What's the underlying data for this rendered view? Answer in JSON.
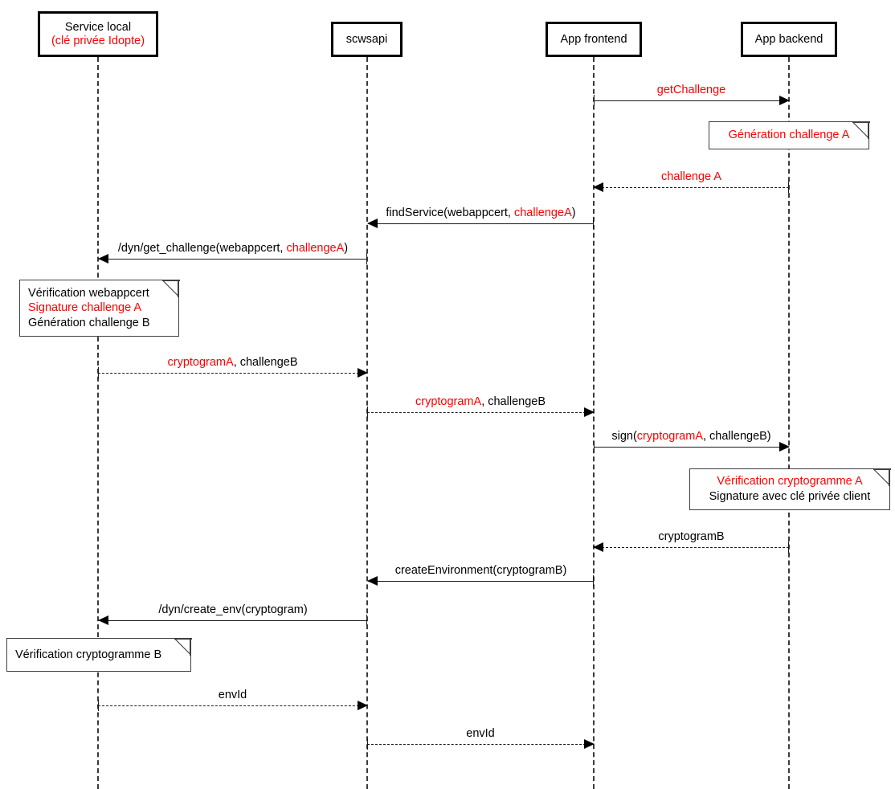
{
  "diagram": {
    "type": "uml-sequence-diagram",
    "title": "",
    "colors": {
      "accent_red": "#ff0000",
      "line": "#1a1a1a",
      "lifeline": "#3a3a3a",
      "note_border": "#3f3f3f"
    },
    "participants": [
      {
        "id": "service-local",
        "label": "Service local",
        "sublabel": "(clé privée Idopte)",
        "sublabel_color": "#ff0000"
      },
      {
        "id": "scwsapi",
        "label": "scwsapi",
        "sublabel": "",
        "sublabel_color": ""
      },
      {
        "id": "app-frontend",
        "label": "App frontend",
        "sublabel": "",
        "sublabel_color": ""
      },
      {
        "id": "app-backend",
        "label": "App backend",
        "sublabel": "",
        "sublabel_color": ""
      }
    ],
    "messages": [
      {
        "id": "get-challenge",
        "text": "getChallenge",
        "from": "app-frontend",
        "to": "app-backend",
        "style": "solid",
        "direction": "right",
        "color": "#ff0000"
      },
      {
        "id": "challenge-a",
        "text": "challenge A",
        "from": "app-backend",
        "to": "app-frontend",
        "style": "dashed",
        "direction": "left",
        "color": "#ff0000"
      },
      {
        "id": "find-service",
        "text": "findService(webappcert, challengeA)",
        "from": "app-frontend",
        "to": "scwsapi",
        "style": "solid",
        "direction": "left",
        "color": "mixed"
      },
      {
        "id": "dyn-get-challenge",
        "text": "/dyn/get_challenge(webappcert, challengeA)",
        "from": "scwsapi",
        "to": "service-local",
        "style": "solid",
        "direction": "left",
        "color": "mixed"
      },
      {
        "id": "cryptograma-challengeb-1",
        "text": "cryptogramA, challengeB",
        "from": "service-local",
        "to": "scwsapi",
        "style": "dashed",
        "direction": "right",
        "color": "mixed"
      },
      {
        "id": "cryptograma-challengeb-2",
        "text": "cryptogramA, challengeB",
        "from": "scwsapi",
        "to": "app-frontend",
        "style": "dashed",
        "direction": "right",
        "color": "mixed"
      },
      {
        "id": "sign",
        "text": "sign(cryptogramA, challengeB)",
        "from": "app-frontend",
        "to": "app-backend",
        "style": "solid",
        "direction": "right",
        "color": "mixed"
      },
      {
        "id": "cryptogramb",
        "text": "cryptogramB",
        "from": "app-backend",
        "to": "app-frontend",
        "style": "dashed",
        "direction": "left",
        "color": "#000000"
      },
      {
        "id": "create-environment",
        "text": "createEnvironment(cryptogramB)",
        "from": "app-frontend",
        "to": "scwsapi",
        "style": "solid",
        "direction": "left",
        "color": "#000000"
      },
      {
        "id": "dyn-create-env",
        "text": "/dyn/create_env(cryptogram)",
        "from": "scwsapi",
        "to": "service-local",
        "style": "solid",
        "direction": "left",
        "color": "#000000"
      },
      {
        "id": "envid-1",
        "text": "envId",
        "from": "service-local",
        "to": "scwsapi",
        "style": "dashed",
        "direction": "right",
        "color": "#000000"
      },
      {
        "id": "envid-2",
        "text": "envId",
        "from": "scwsapi",
        "to": "app-frontend",
        "style": "dashed",
        "direction": "right",
        "color": "#000000"
      }
    ],
    "message_labels": {
      "get_challenge": "getChallenge",
      "challenge_a": "challenge A",
      "find_service_pre": "findService(webappcert, ",
      "find_service_arg": "challengeA",
      "find_service_post": ")",
      "dyn_get_challenge_pre": "/dyn/get_challenge(webappcert, ",
      "dyn_get_challenge_arg": "challengeA",
      "dyn_get_challenge_post": ")",
      "cryptograma_arg": "cryptogramA",
      "cryptograma_rest": ", challengeB",
      "sign_pre": "sign(",
      "sign_arg": "cryptogramA",
      "sign_post": ", challengeB)",
      "cryptogramb": "cryptogramB",
      "create_environment": "createEnvironment(cryptogramB)",
      "dyn_create_env": "/dyn/create_env(cryptogram)",
      "envid": "envId"
    },
    "notes": [
      {
        "id": "note-generation-challenge-a",
        "lines": [
          {
            "text": "Génération challenge A",
            "color": "#ff0000"
          }
        ],
        "attached_to": "app-backend"
      },
      {
        "id": "note-verification-webappcert",
        "lines": [
          {
            "text": "Vérification webappcert",
            "color": "#000000"
          },
          {
            "text": "Signature challenge A",
            "color": "#ff0000"
          },
          {
            "text": "Génération challenge B",
            "color": "#000000"
          }
        ],
        "attached_to": "service-local"
      },
      {
        "id": "note-verification-cryptogramme-a",
        "lines": [
          {
            "text": "Vérification cryptogramme A",
            "color": "#ff0000"
          },
          {
            "text": "Signature avec clé privée client",
            "color": "#000000"
          }
        ],
        "attached_to": "app-backend"
      },
      {
        "id": "note-verification-cryptogramme-b",
        "lines": [
          {
            "text": "Vérification cryptogramme B",
            "color": "#000000"
          }
        ],
        "attached_to": "service-local"
      }
    ]
  }
}
